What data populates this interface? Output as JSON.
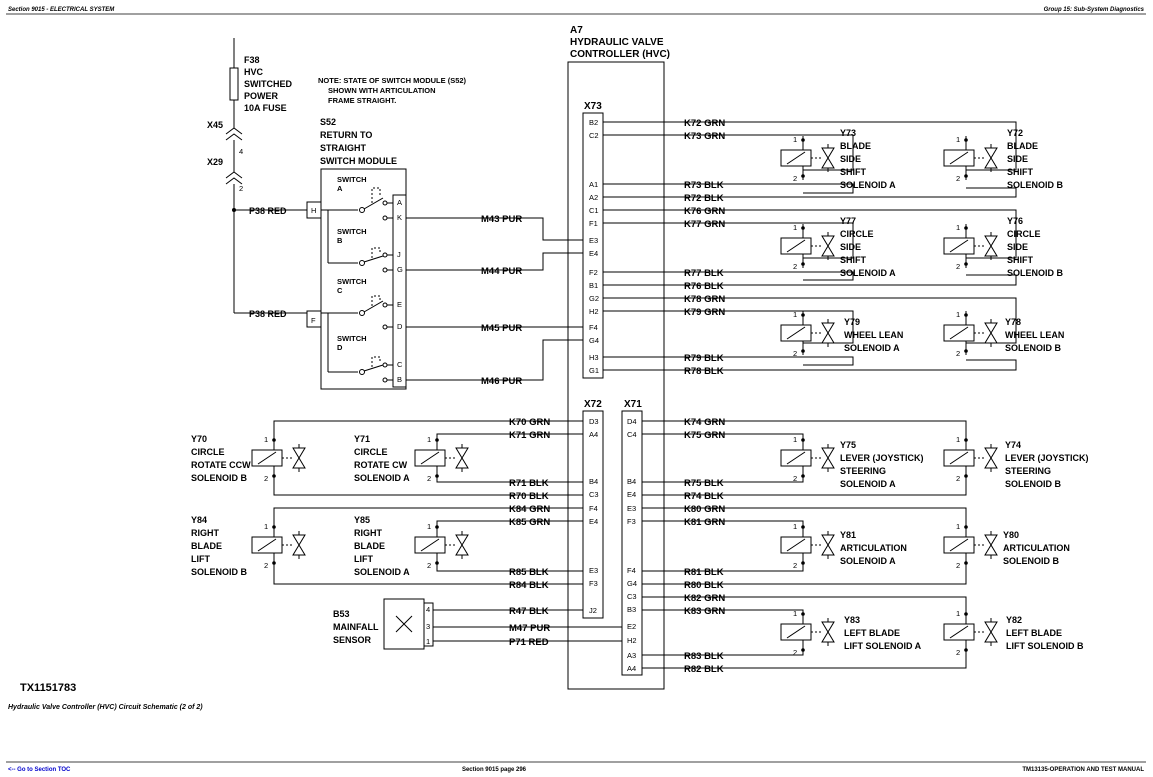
{
  "header": {
    "left": "Section 9015 - ELECTRICAL SYSTEM",
    "right": "Group 15: Sub-System Diagnostics"
  },
  "a7": {
    "ref": "A7",
    "name": [
      "HYDRAULIC VALVE",
      "CONTROLLER (HVC)"
    ]
  },
  "connectors": {
    "x73": "X73",
    "x72": "X72",
    "x71": "X71"
  },
  "fuse": {
    "ref": "F38",
    "lines": [
      "HVC",
      "SWITCHED",
      "POWER",
      "10A FUSE"
    ]
  },
  "x45": {
    "name": "X45",
    "pin": "4"
  },
  "x29": {
    "name": "X29",
    "pin": "2"
  },
  "note": [
    "NOTE: STATE OF SWITCH MODULE (S52)",
    "SHOWN WITH ARTICULATION",
    "FRAME STRAIGHT."
  ],
  "s52": {
    "ref": "S52",
    "lines": [
      "RETURN TO",
      "STRAIGHT",
      "SWITCH MODULE"
    ]
  },
  "switch_labels": [
    [
      "SWITCH",
      "A"
    ],
    [
      "SWITCH",
      "B"
    ],
    [
      "SWITCH",
      "C"
    ],
    [
      "SWITCH",
      "D"
    ]
  ],
  "s52_pins_left": [
    "H",
    "F"
  ],
  "s52_pins_right": [
    "A",
    "K",
    "J",
    "G",
    "E",
    "D",
    "C",
    "B"
  ],
  "p38": [
    "P38 RED",
    "P38 RED"
  ],
  "switch_wires": [
    "M43 PUR",
    "M44 PUR",
    "M45 PUR",
    "M46 PUR"
  ],
  "x73_pins": [
    "B2",
    "C2",
    "A1",
    "A2",
    "C1",
    "F1",
    "E3",
    "E4",
    "F2",
    "B1",
    "G2",
    "H2",
    "F4",
    "G4",
    "H3",
    "G1"
  ],
  "x73_wires": [
    "K72 GRN",
    "K73 GRN",
    "R73 BLK",
    "R72 BLK",
    "K76 GRN",
    "K77 GRN",
    "R77 BLK",
    "R76 BLK",
    "K78 GRN",
    "K79 GRN",
    "R79 BLK",
    "R78 BLK"
  ],
  "x72_pins": [
    "D3",
    "A4",
    "B4",
    "C3",
    "F4",
    "E4",
    "E3",
    "F3",
    "J2"
  ],
  "x72_wires": [
    "K70 GRN",
    "K71 GRN",
    "R71 BLK",
    "R70 BLK",
    "K84 GRN",
    "K85 GRN",
    "R85 BLK",
    "R84 BLK",
    "R47 BLK",
    "M47 PUR",
    "P71 RED"
  ],
  "x71_pins": [
    "D4",
    "C4",
    "B4",
    "E4",
    "E3",
    "F3",
    "F4",
    "G4",
    "C3",
    "B3",
    "E2",
    "H2",
    "A3",
    "A4"
  ],
  "x71_wires": [
    "K74 GRN",
    "K75 GRN",
    "R75 BLK",
    "R74 BLK",
    "K80 GRN",
    "K81 GRN",
    "R81 BLK",
    "R80 BLK",
    "K82 GRN",
    "K83 GRN",
    "R83 BLK",
    "R82 BLK"
  ],
  "solenoids": {
    "y73": [
      "Y73",
      "BLADE",
      "SIDE",
      "SHIFT",
      "SOLENOID A"
    ],
    "y72": [
      "Y72",
      "BLADE",
      "SIDE",
      "SHIFT",
      "SOLENOID B"
    ],
    "y77": [
      "Y77",
      "CIRCLE",
      "SIDE",
      "SHIFT",
      "SOLENOID A"
    ],
    "y76": [
      "Y76",
      "CIRCLE",
      "SIDE",
      "SHIFT",
      "SOLENOID B"
    ],
    "y79": [
      "Y79",
      "WHEEL LEAN",
      "SOLENOID A"
    ],
    "y78": [
      "Y78",
      "WHEEL LEAN",
      "SOLENOID B"
    ],
    "y70": [
      "Y70",
      "CIRCLE",
      "ROTATE CCW",
      "SOLENOID B"
    ],
    "y71": [
      "Y71",
      "CIRCLE",
      "ROTATE CW",
      "SOLENOID A"
    ],
    "y75": [
      "Y75",
      "LEVER (JOYSTICK)",
      "STEERING",
      "SOLENOID A"
    ],
    "y74": [
      "Y74",
      "LEVER (JOYSTICK)",
      "STEERING",
      "SOLENOID B"
    ],
    "y84": [
      "Y84",
      "RIGHT",
      "BLADE",
      "LIFT",
      "SOLENOID B"
    ],
    "y85": [
      "Y85",
      "RIGHT",
      "BLADE",
      "LIFT",
      "SOLENOID A"
    ],
    "y81": [
      "Y81",
      "ARTICULATION",
      "SOLENOID A"
    ],
    "y80": [
      "Y80",
      "ARTICULATION",
      "SOLENOID B"
    ],
    "y83": [
      "Y83",
      "LEFT BLADE",
      "LIFT SOLENOID A"
    ],
    "y82": [
      "Y82",
      "LEFT BLADE",
      "LIFT SOLENOID B"
    ]
  },
  "coil_pins": [
    "1",
    "2"
  ],
  "b53": {
    "lines": [
      "B53",
      "MAINFALL",
      "SENSOR"
    ],
    "pins": [
      "4",
      "3",
      "1"
    ]
  },
  "figure_id": "TX1151783",
  "caption": "Hydraulic Valve Controller (HVC) Circuit Schematic (2 of 2)",
  "footer": {
    "left": "<-- Go to Section TOC",
    "center": "Section 9015 page 296",
    "right": "TM13135-OPERATION AND TEST MANUAL"
  }
}
